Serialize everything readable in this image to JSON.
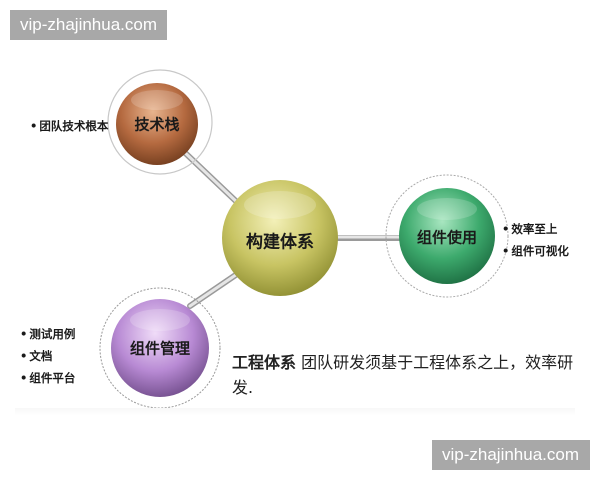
{
  "watermarks": {
    "top": "vip-zhajinhua.com",
    "bottom": "vip-zhajinhua.com"
  },
  "center": {
    "label": "构建体系",
    "color": "#c9c76a"
  },
  "nodes": {
    "tech_stack": {
      "label": "技术栈",
      "color": "#b86f45",
      "bullets": [
        "团队技术根本"
      ]
    },
    "component_use": {
      "label": "组件使用",
      "color": "#3fae72",
      "bullets": [
        "效率至上",
        "组件可视化"
      ]
    },
    "component_mgmt": {
      "label": "组件管理",
      "color": "#b889d6",
      "bullets": [
        "测试用例",
        "文档",
        "组件平台"
      ]
    }
  },
  "description": {
    "title": "工程体系",
    "text": " 团队研发须基于工程体系之上，效率研发."
  }
}
